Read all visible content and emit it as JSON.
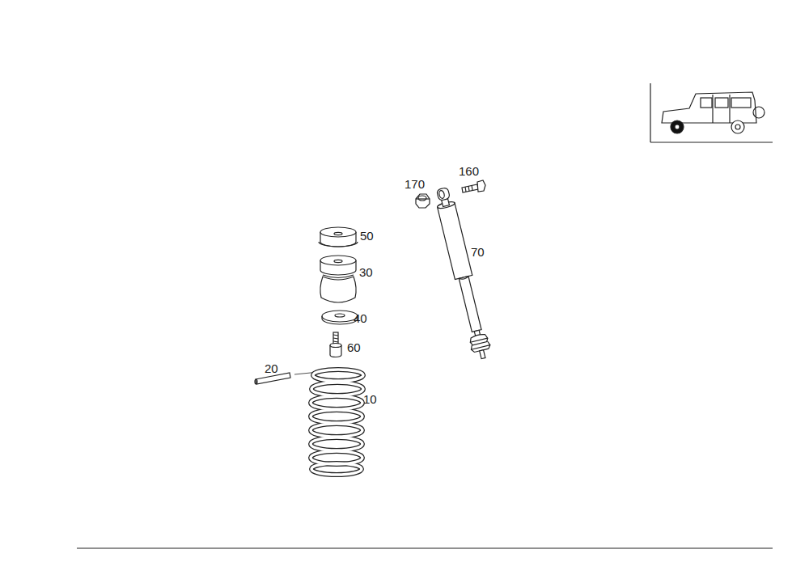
{
  "diagram": {
    "labels": [
      "160",
      "170",
      "50",
      "70",
      "30",
      "40",
      "60",
      "20",
      "10"
    ]
  }
}
